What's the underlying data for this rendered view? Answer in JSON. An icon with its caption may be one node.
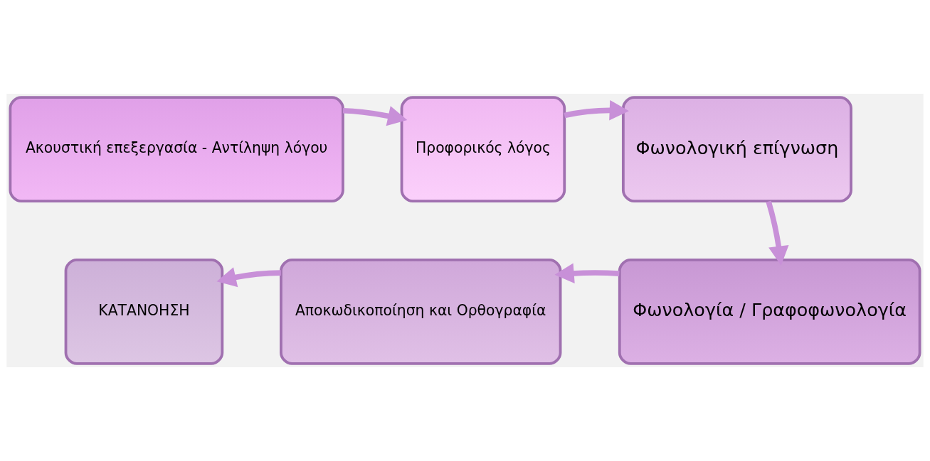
{
  "diagram": {
    "nodes": [
      {
        "text": [
          "Ακουστική επεξεργασία - Αντίληψη λόγου"
        ]
      },
      {
        "text": [
          "Προφορικός λόγος"
        ]
      },
      {
        "text": [
          "Φωνολογική επίγνωση"
        ]
      },
      {
        "text": [
          "ΚΑΤΑΝΟΗΣΗ"
        ]
      },
      {
        "text": [
          "Αποκωδικοποίηση και Ορθογραφία"
        ]
      },
      {
        "text": [
          "Φωνολογία / Γραφοφωνολογία"
        ]
      }
    ],
    "edges": [
      {
        "from": 0,
        "to": 1,
        "arrow": "to"
      },
      {
        "from": 1,
        "to": 2,
        "arrow": "to"
      },
      {
        "from": 2,
        "to": 5,
        "arrow": "to"
      },
      {
        "from": 5,
        "to": 4,
        "arrow": "to"
      },
      {
        "from": 4,
        "to": 3,
        "arrow": "to"
      }
    ]
  }
}
